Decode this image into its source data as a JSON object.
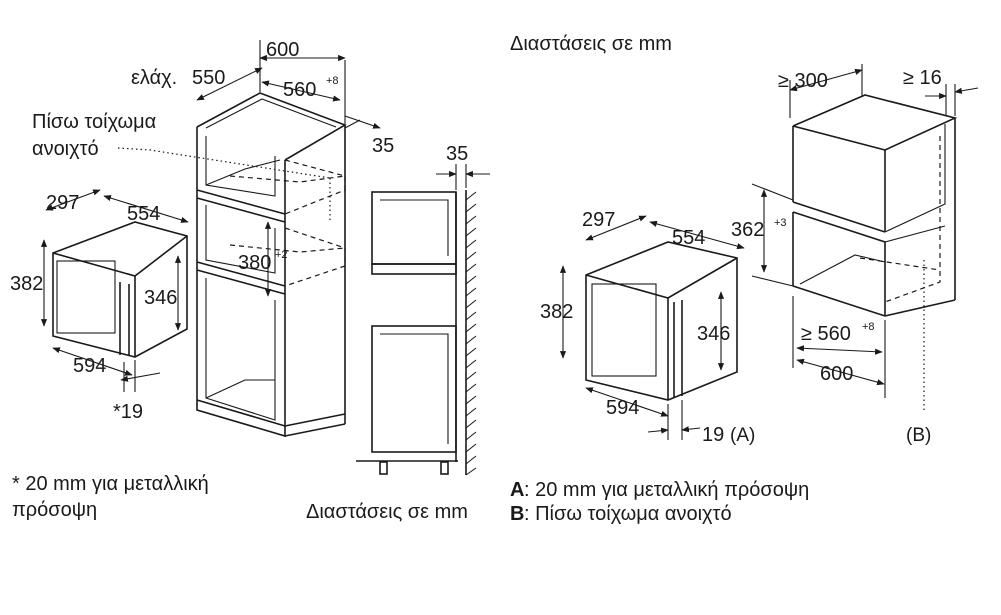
{
  "left": {
    "oven_depth": "600",
    "min_label": "ελάχ.",
    "min_depth": "550",
    "niche_depth": "560",
    "niche_depth_tol": "+8",
    "back_wall_label_1": "Πίσω τοίχωμα",
    "back_wall_label_2": "ανοιχτό",
    "gap": "35",
    "niche_height": "380",
    "niche_height_tol": "+2",
    "device_depth": "297",
    "device_width_top": "554",
    "device_height": "382",
    "device_inner_height": "346",
    "device_width": "594",
    "door_note": "*19",
    "footnote_1": "* 20 mm για μεταλλική",
    "footnote_2": "πρόσοψη"
  },
  "middle": {
    "wall_gap": "35",
    "units_label": "Διαστάσεις σε mm"
  },
  "right": {
    "units_label": "Διαστάσεις σε mm",
    "min_depth": "≥ 300",
    "min_gap": "≥ 16",
    "niche_height": "362",
    "niche_height_tol": "+3",
    "device_depth": "297",
    "device_width_top": "554",
    "device_height": "382",
    "device_inner_height": "346",
    "device_width": "594",
    "door_thickness": "19",
    "marker_a": "(A)",
    "niche_width": "≥ 560",
    "niche_width_tol": "+8",
    "cabinet_width": "600",
    "marker_b": "(B)",
    "legend_a_key": "A",
    "legend_a_text": ": 20 mm για μεταλλική πρόσοψη",
    "legend_b_key": "B",
    "legend_b_text": ": Πίσω τοίχωμα ανοιχτό"
  }
}
